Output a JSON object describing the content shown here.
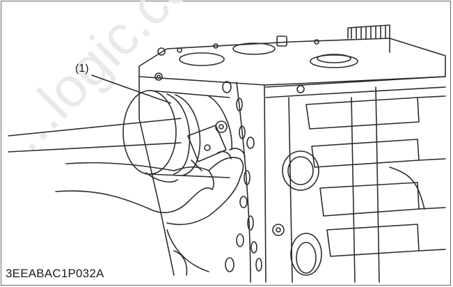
{
  "figure": {
    "callout_label": "(1)",
    "figure_code": "3EEABAC1P032A",
    "watermark": "...logic.co...",
    "colors": {
      "line": "#2b2b2b",
      "frame": "#6a6a6a",
      "background": "#ffffff"
    }
  }
}
